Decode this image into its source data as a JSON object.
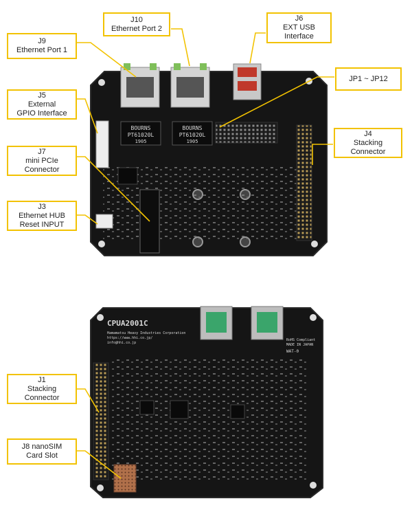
{
  "colors": {
    "callout_border": "#f2c200",
    "leader_line": "#f2c200",
    "pcb": "#151515",
    "pcb_edge": "#2a2a2a",
    "silkscreen": "#d9d9d9",
    "metal": "#c8c8c8",
    "usb_red": "#c0392b",
    "sim_copper": "#b0704a",
    "green_module": "#3aa56b"
  },
  "top_board": {
    "callouts": {
      "j10": "J10\nEthernet Port 2",
      "j6": "J6\nEXT USB\nInterface",
      "j9": "J9\nEthernet Port 1",
      "jp": "JP1 ~ JP12",
      "j5": "J5\nExternal\nGPIO Interface",
      "j4": "J4\nStacking\nConnector",
      "j7": "J7\nmini PCIe\nConnector",
      "j3": "J3\nEthernet HUB\nReset INPUT"
    },
    "transformer_1": {
      "line1": "BOURNS",
      "line2": "PT61020L",
      "line3": "1905"
    },
    "transformer_2": {
      "line1": "BOURNS",
      "line2": "PT61020L",
      "line3": "1905"
    }
  },
  "bottom_board": {
    "callouts": {
      "j1": "J1\nStacking\nConnector",
      "j8": "J8 nanoSIM\nCard Slot"
    },
    "board_name": "CPUA2001C",
    "maker_line1": "Hamamatsu Heavy Industries Corporation",
    "maker_line2": "https://www.hhi.co.jp/",
    "maker_line3": "info@hhi.co.jp",
    "rohs_line1": "RoHS Compliant",
    "rohs_line2": "MADE IN JAPAN",
    "rohs_line3": "WAT-0"
  }
}
